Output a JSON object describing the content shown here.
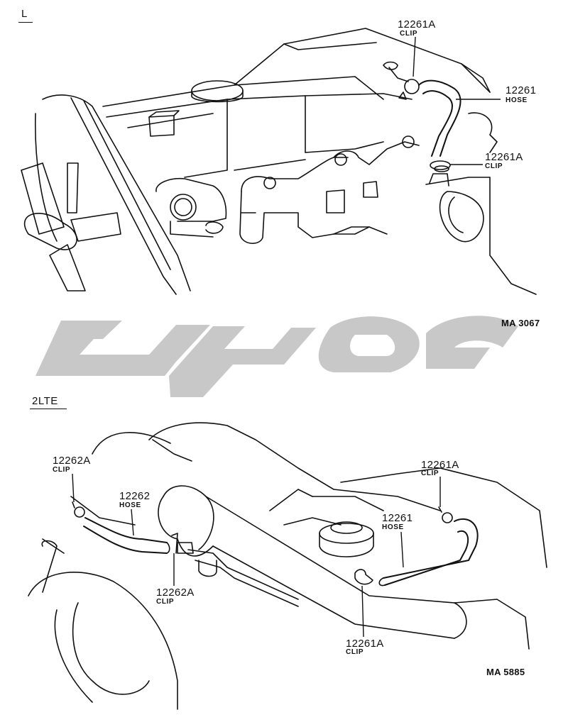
{
  "sections": [
    {
      "label": "L",
      "ref_code": "MA 3067",
      "callouts": [
        {
          "part": "12261A",
          "desc": "CLIP"
        },
        {
          "part": "12261",
          "desc": "HOSE"
        },
        {
          "part": "12261A",
          "desc": "CLIP"
        }
      ]
    },
    {
      "label": "2LTE",
      "ref_code": "MA 5885",
      "callouts": [
        {
          "part": "12262A",
          "desc": "CLIP"
        },
        {
          "part": "12262",
          "desc": "HOSE"
        },
        {
          "part": "12262A",
          "desc": "CLIP"
        },
        {
          "part": "12261A",
          "desc": "CLIP"
        },
        {
          "part": "12261",
          "desc": "HOSE"
        },
        {
          "part": "12261A",
          "desc": "CLIP"
        }
      ]
    }
  ],
  "watermark": {
    "color": "#c8c8c8"
  }
}
